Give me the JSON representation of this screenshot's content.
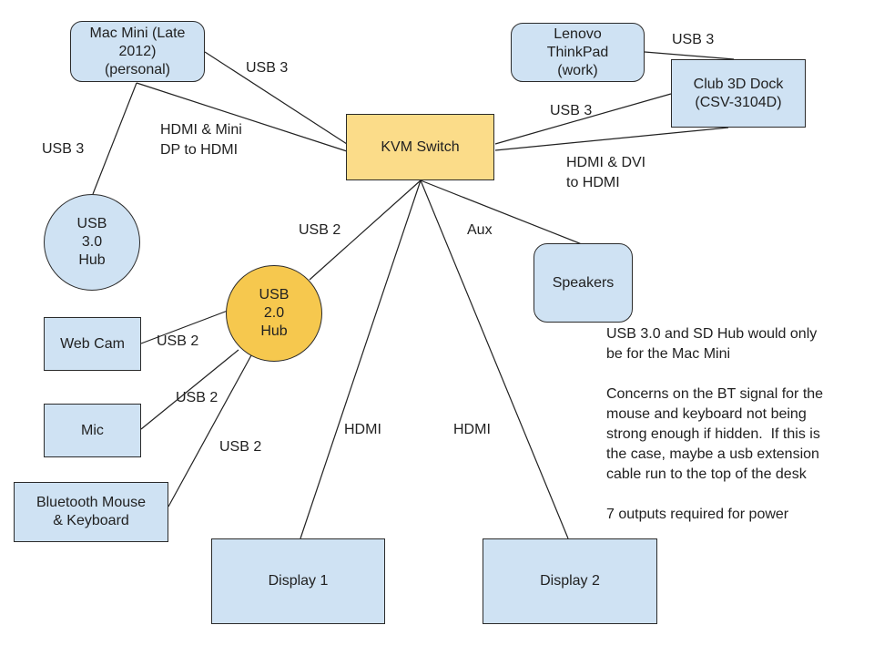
{
  "diagram": {
    "nodes": {
      "mac_mini": {
        "label": "Mac Mini (Late\n2012)\n(personal)"
      },
      "lenovo": {
        "label": "Lenovo\nThinkPad\n(work)"
      },
      "dock": {
        "label": "Club 3D Dock\n(CSV-3104D)"
      },
      "kvm": {
        "label": "KVM Switch"
      },
      "usb3_hub": {
        "label": "USB\n3.0\nHub"
      },
      "usb2_hub": {
        "label": "USB\n2.0\nHub"
      },
      "webcam": {
        "label": "Web Cam"
      },
      "mic": {
        "label": "Mic"
      },
      "bt_mouse_kb": {
        "label": "Bluetooth Mouse\n& Keyboard"
      },
      "speakers": {
        "label": "Speakers"
      },
      "display1": {
        "label": "Display 1"
      },
      "display2": {
        "label": "Display 2"
      }
    },
    "edge_labels": {
      "mac_kvm_usb3": "USB 3",
      "mac_hub_usb3": "USB 3",
      "mac_kvm_video": "HDMI & Mini\nDP to HDMI",
      "lenovo_dock": "USB 3",
      "kvm_dock_usb3": "USB 3",
      "kvm_dock_video": "HDMI & DVI\nto HDMI",
      "kvm_usb2hub": "USB 2",
      "kvm_speakers": "Aux",
      "kvm_display1": "HDMI",
      "kvm_display2": "HDMI",
      "webcam_hub": "USB 2",
      "mic_hub": "USB 2",
      "bt_hub": "USB 2"
    },
    "notes": {
      "p1": "USB 3.0 and SD Hub would only\nbe for the Mac Mini",
      "p2": "Concerns on the BT signal for the\nmouse and keyboard not being\nstrong enough if hidden.  If this is\nthe case, maybe a usb extension\ncable run to the top of the desk",
      "p3": "7 outputs required for power"
    },
    "colors": {
      "node_blue": "#cfe2f3",
      "kvm_yellow": "#fbdc89",
      "hub_yellow": "#f6c84e",
      "border": "#2b2b2b",
      "line": "#212121",
      "text": "#212121"
    }
  }
}
